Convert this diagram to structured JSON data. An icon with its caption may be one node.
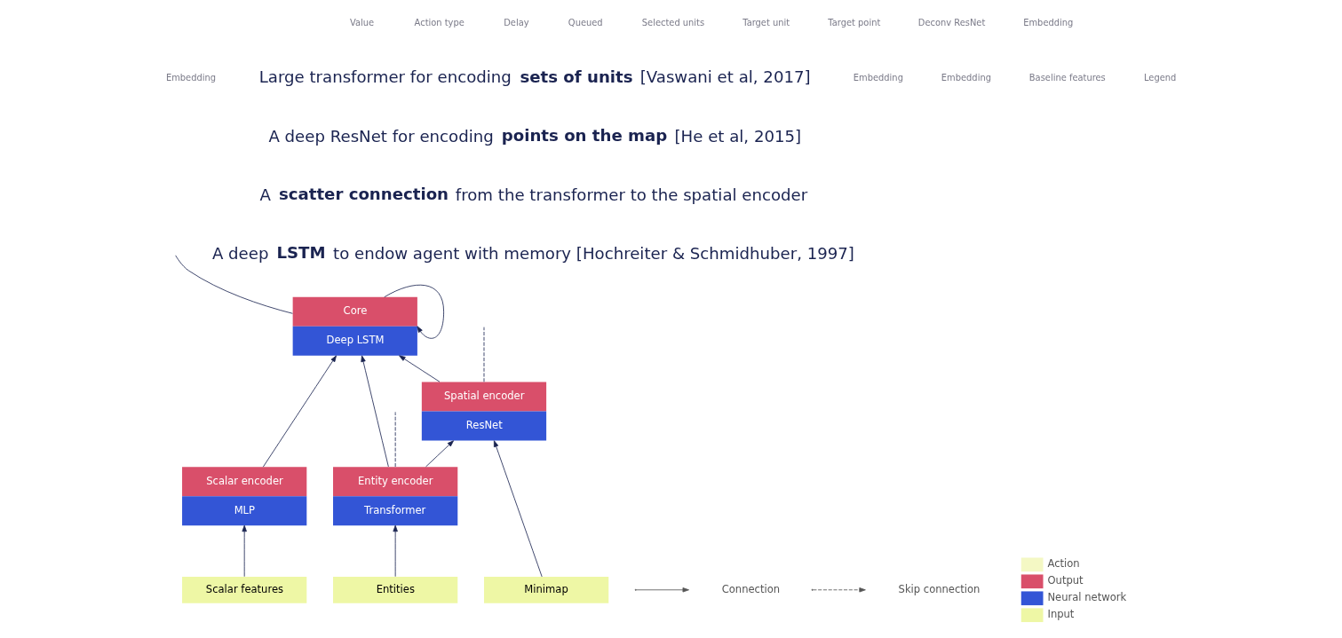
{
  "diagram": {
    "nodes": [
      {
        "text": [
          "Core",
          "Deep LSTM"
        ]
      },
      {
        "text": [
          "Scalar encoder",
          "MLP"
        ]
      },
      {
        "text": [
          "Entity encoder",
          "Transformer"
        ]
      },
      {
        "text": [
          "Spatial encoder",
          "ResNet"
        ]
      },
      {
        "text": [
          "Scalar features"
        ]
      },
      {
        "text": [
          "Entities"
        ]
      },
      {
        "text": [
          "Minimap"
        ]
      }
    ],
    "edges": [
      {
        "from": 4,
        "to": 1,
        "arrow": "to"
      },
      {
        "from": 5,
        "to": 2,
        "arrow": "to"
      },
      {
        "from": 6,
        "to": 3,
        "arrow": "to"
      },
      {
        "from": 2,
        "to": 3,
        "arrow": "to"
      },
      {
        "from": 1,
        "to": 0,
        "arrow": "to"
      },
      {
        "from": 2,
        "to": 0,
        "arrow": "to"
      },
      {
        "from": 3,
        "to": 0,
        "arrow": "to"
      },
      {
        "from": 0,
        "to": 0,
        "arrow": "to"
      },
      {
        "from": 0,
        "to": null,
        "arrow": "none"
      },
      {
        "from": 2,
        "to": null,
        "arrow": "none",
        "style": "dashed"
      },
      {
        "from": 3,
        "to": null,
        "arrow": "none",
        "style": "dashed"
      }
    ],
    "labels": [
      "Large transformer for encoding **sets of units** [Vaswani et al, 2017]",
      "A deep ResNet for encoding **points on the map** [He et al, 2015]",
      "A **scatter connection** from the transformer to the spatial encoder",
      "A deep **LSTM** to endow agent with memory [Hochreiter & Schmidhuber, 1997]",
      "Value",
      "Action type",
      "Delay",
      "Queued",
      "Selected units",
      "Target unit",
      "Target point",
      "Deconv ResNet",
      "Embedding",
      "Embedding",
      "Embedding",
      "Embedding",
      "Baseline features",
      "Legend"
    ],
    "legend": [
      {
        "text": "Action",
        "color": "#f4f8c4"
      },
      {
        "text": "Output",
        "color": "#d94f6a"
      },
      {
        "text": "Neural network",
        "color": "#3355d6"
      },
      {
        "text": "Input",
        "color": "#eef7a5"
      },
      {
        "text": "Connection"
      },
      {
        "text": "Skip connection"
      }
    ]
  }
}
